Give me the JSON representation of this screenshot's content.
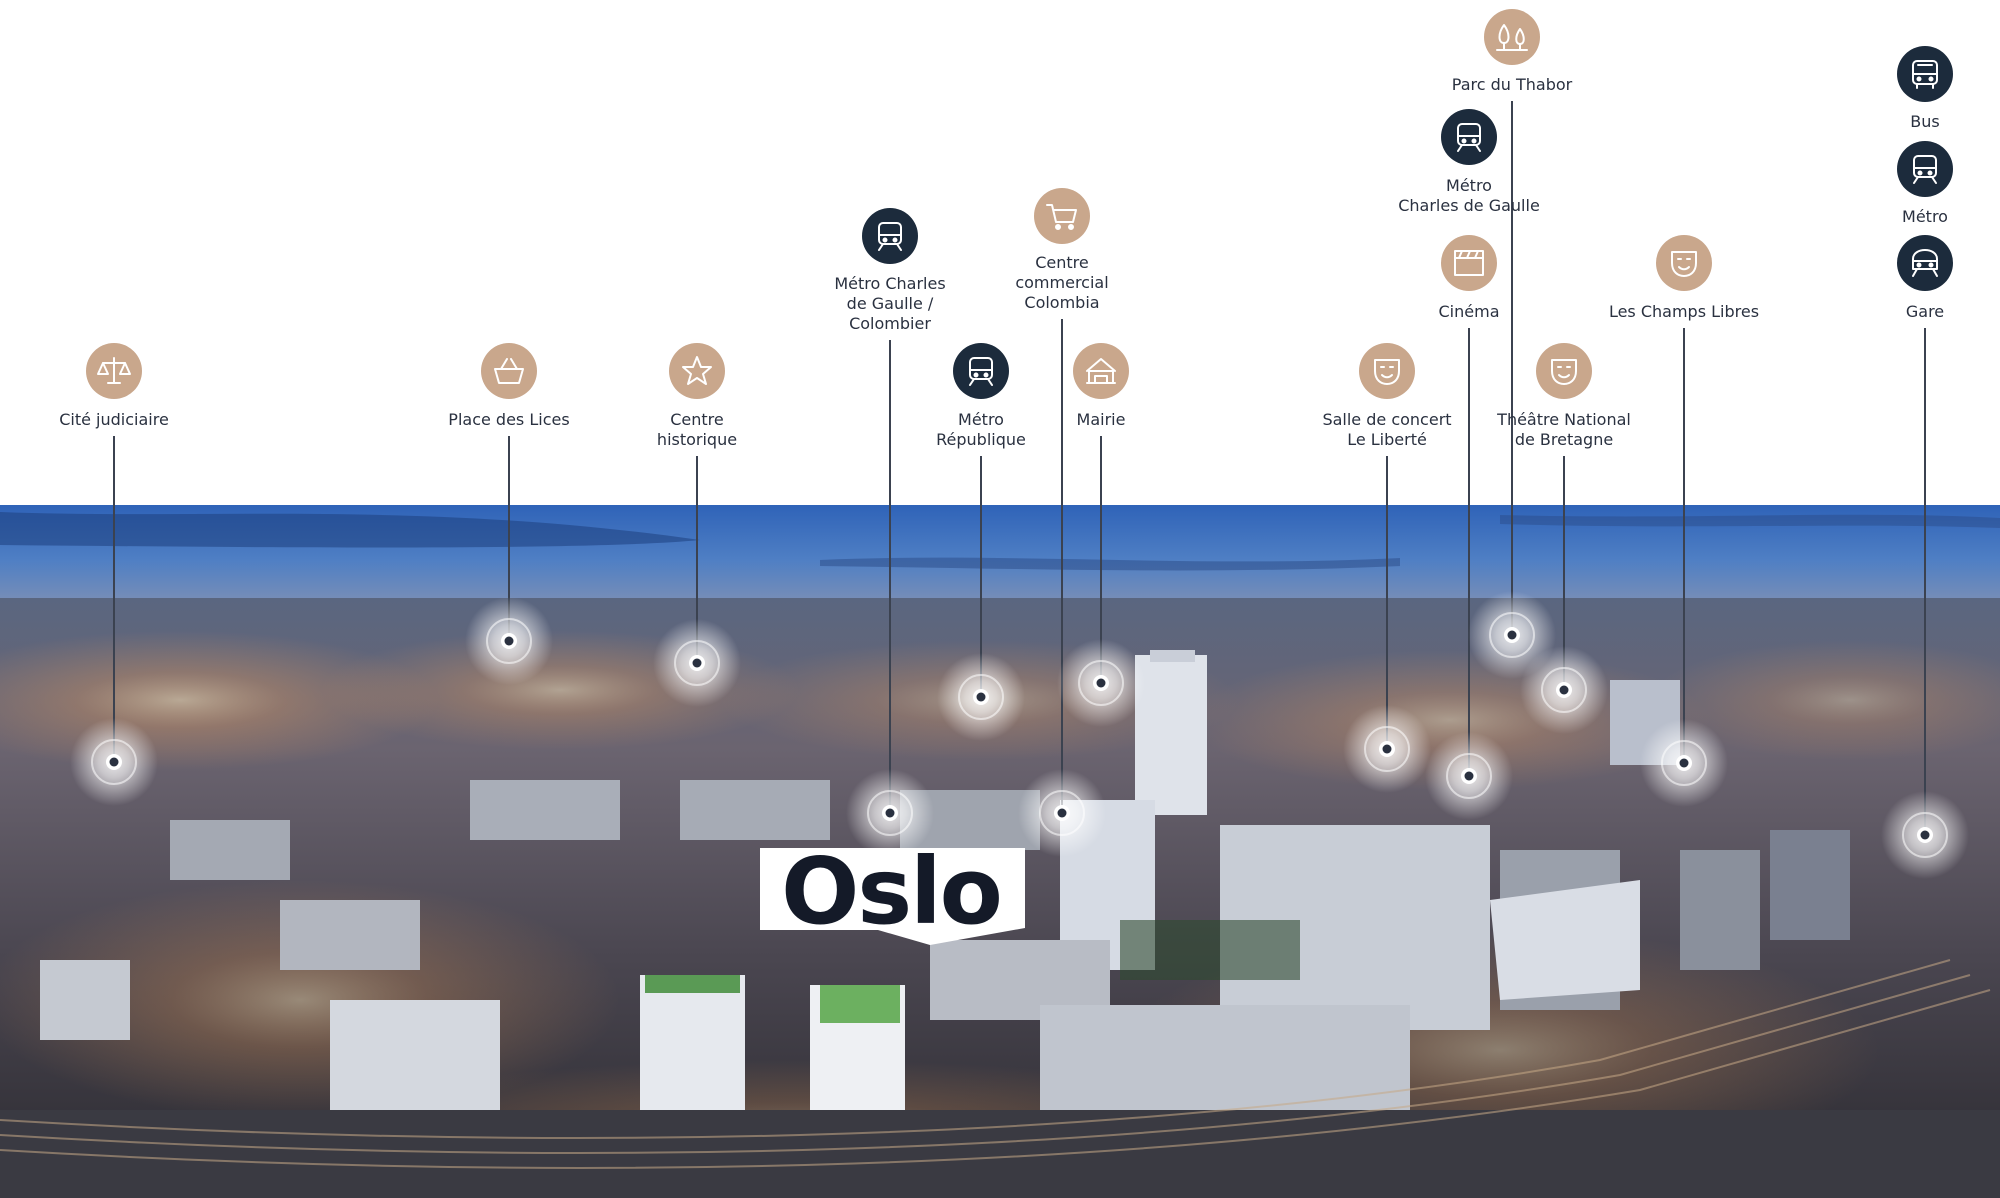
{
  "brand": {
    "name": "Oslo"
  },
  "colors": {
    "tan": "#c9a78c",
    "navy": "#1c2b3c",
    "line": "#3b4250"
  },
  "pois": [
    {
      "id": "cite-judiciaire",
      "lines": [
        "Cité judiciaire"
      ],
      "icon": "scales-icon",
      "style": "tan"
    },
    {
      "id": "place-des-lices",
      "lines": [
        "Place des Lices"
      ],
      "icon": "basket-icon",
      "style": "tan"
    },
    {
      "id": "centre-historique",
      "lines": [
        "Centre",
        "historique"
      ],
      "icon": "star-icon",
      "style": "tan"
    },
    {
      "id": "metro-charles-de-gaulle-colombier",
      "lines": [
        "Métro Charles",
        "de Gaulle /",
        "Colombier"
      ],
      "icon": "metro-icon",
      "style": "navy"
    },
    {
      "id": "metro-republique",
      "lines": [
        "Métro",
        "République"
      ],
      "icon": "metro-icon",
      "style": "navy"
    },
    {
      "id": "centre-commercial-colombia",
      "lines": [
        "Centre",
        "commercial",
        "Colombia"
      ],
      "icon": "cart-icon",
      "style": "tan"
    },
    {
      "id": "mairie",
      "lines": [
        "Mairie"
      ],
      "icon": "city-hall-icon",
      "style": "tan"
    },
    {
      "id": "salle-de-concert-le-liberte",
      "lines": [
        "Salle de concert",
        "Le Liberté"
      ],
      "icon": "theater-mask-icon",
      "style": "tan"
    },
    {
      "id": "cinema",
      "lines": [
        "Cinéma"
      ],
      "icon": "clapperboard-icon",
      "style": "tan"
    },
    {
      "id": "metro-charles-de-gaulle",
      "lines": [
        "Métro",
        "Charles de Gaulle"
      ],
      "icon": "metro-icon",
      "style": "navy"
    },
    {
      "id": "parc-du-thabor",
      "lines": [
        "Parc du Thabor"
      ],
      "icon": "trees-icon",
      "style": "tan"
    },
    {
      "id": "theatre-national-de-bretagne",
      "lines": [
        "Théâtre National",
        "de Bretagne"
      ],
      "icon": "theater-mask-icon",
      "style": "tan"
    },
    {
      "id": "les-champs-libres",
      "lines": [
        "Les Champs Libres"
      ],
      "icon": "theater-mask-icon",
      "style": "tan"
    },
    {
      "id": "bus",
      "lines": [
        "Bus"
      ],
      "icon": "bus-icon",
      "style": "navy"
    },
    {
      "id": "metro",
      "lines": [
        "Métro"
      ],
      "icon": "metro-icon",
      "style": "navy"
    },
    {
      "id": "gare",
      "lines": [
        "Gare"
      ],
      "icon": "train-icon",
      "style": "navy"
    }
  ]
}
